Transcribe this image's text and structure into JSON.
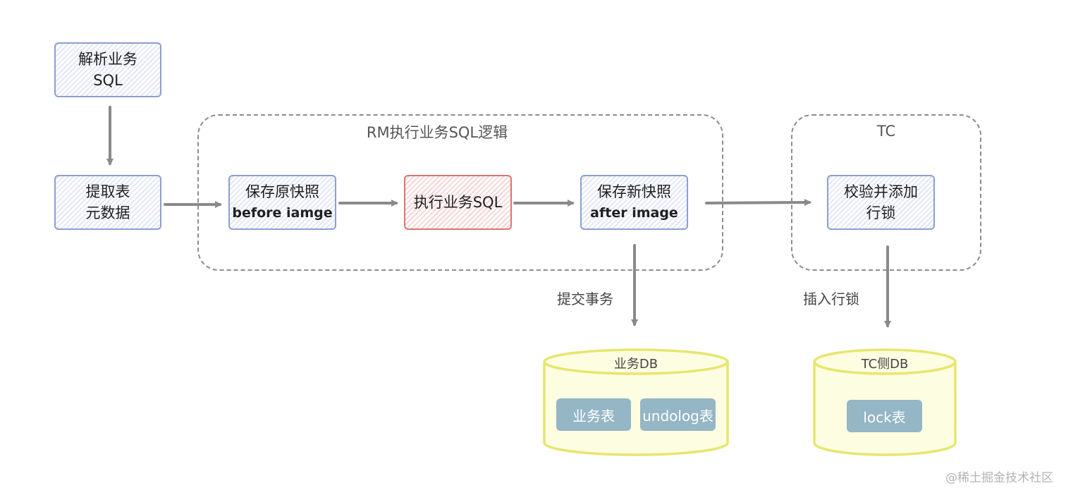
{
  "nodes": {
    "parse_sql": [
      "解析业务",
      "SQL"
    ],
    "extract_meta": [
      "提取表",
      "元数据"
    ],
    "before_image": [
      "保存原快照",
      "before iamge"
    ],
    "exec_sql": "执行业务SQL",
    "after_image": [
      "保存新快照",
      "after image"
    ],
    "check_lock": [
      "校验并添加",
      "行锁"
    ]
  },
  "groups": {
    "rm": "RM执行业务SQL逻辑",
    "tc": "TC"
  },
  "edges": {
    "commit": "提交事务",
    "insert_lock": "插入行锁"
  },
  "databases": {
    "biz": {
      "label": "业务DB",
      "tables": [
        "业务表",
        "undolog表"
      ]
    },
    "tc": {
      "label": "TC侧DB",
      "tables": [
        "lock表"
      ]
    }
  },
  "colors": {
    "node_border": "#8d9fce",
    "exec_border": "#d97474",
    "db_border": "#e6e66e",
    "table_fill": "#94b6c5",
    "arrow": "#8a8a8a"
  },
  "watermark": "@稀土掘金技术社区"
}
